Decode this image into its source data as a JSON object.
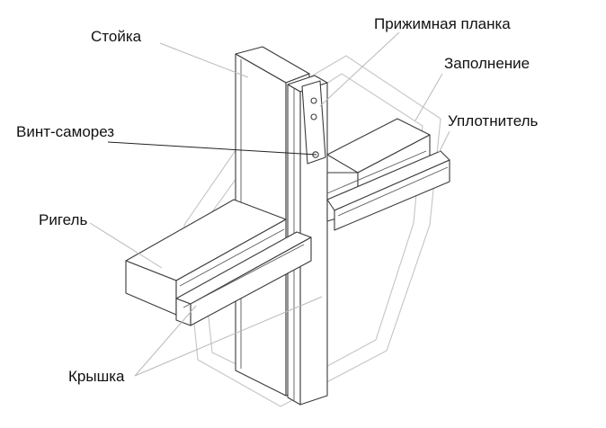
{
  "labels": {
    "stoyka": "Стойка",
    "prizhimnaya_planka": "Прижимная планка",
    "zapolnenie": "Заполнение",
    "vint_samorez": "Винт-саморез",
    "uplotnitel": "Уплотнитель",
    "rigel": "Ригель",
    "kryshka": "Крышка"
  }
}
